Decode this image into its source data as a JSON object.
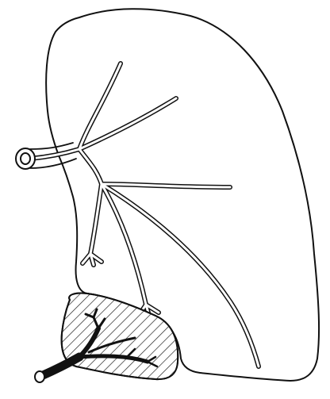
{
  "figure": {
    "labels": [],
    "colors": {
      "background": "#ffffff",
      "outline": "#111111",
      "vessel_fill": "#ffffff",
      "occluded_branch": "#111111",
      "hatch": "#222222"
    },
    "parts": [
      "lung-outline",
      "hilar-vessel-stump",
      "pulmonary-artery-tree",
      "wedge-infarct",
      "occluded-artery-branch"
    ]
  }
}
